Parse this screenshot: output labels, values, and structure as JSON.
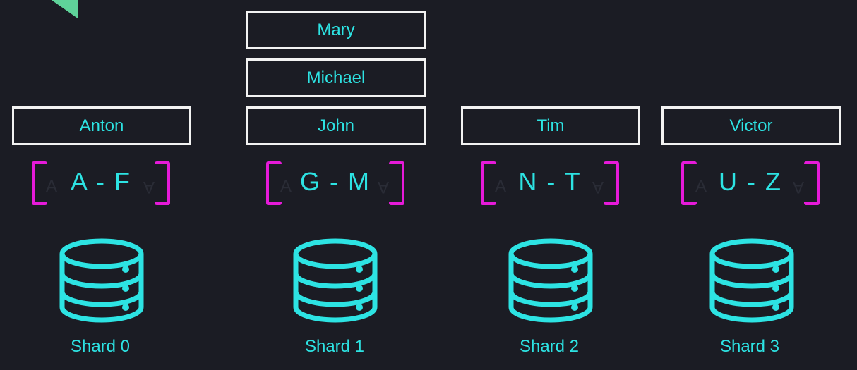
{
  "colors": {
    "background": "#1b1c24",
    "accent": "#2de3e3",
    "bracket": "#e61ad9",
    "box_border": "#f2f2f2",
    "corner": "#5fd39a"
  },
  "shards": [
    {
      "name": "Shard 0",
      "range": "A - F",
      "ghost_start": "A",
      "ghost_end": "A",
      "records": [
        "Anton"
      ],
      "icon": "database-icon"
    },
    {
      "name": "Shard 1",
      "range": "G - M",
      "ghost_start": "A",
      "ghost_end": "A",
      "records": [
        "John",
        "Michael",
        "Mary"
      ],
      "icon": "database-icon"
    },
    {
      "name": "Shard 2",
      "range": "N - T",
      "ghost_start": "A",
      "ghost_end": "A",
      "records": [
        "Tim"
      ],
      "icon": "database-icon"
    },
    {
      "name": "Shard 3",
      "range": "U - Z",
      "ghost_start": "A",
      "ghost_end": "A",
      "records": [
        "Victor"
      ],
      "icon": "database-icon"
    }
  ]
}
